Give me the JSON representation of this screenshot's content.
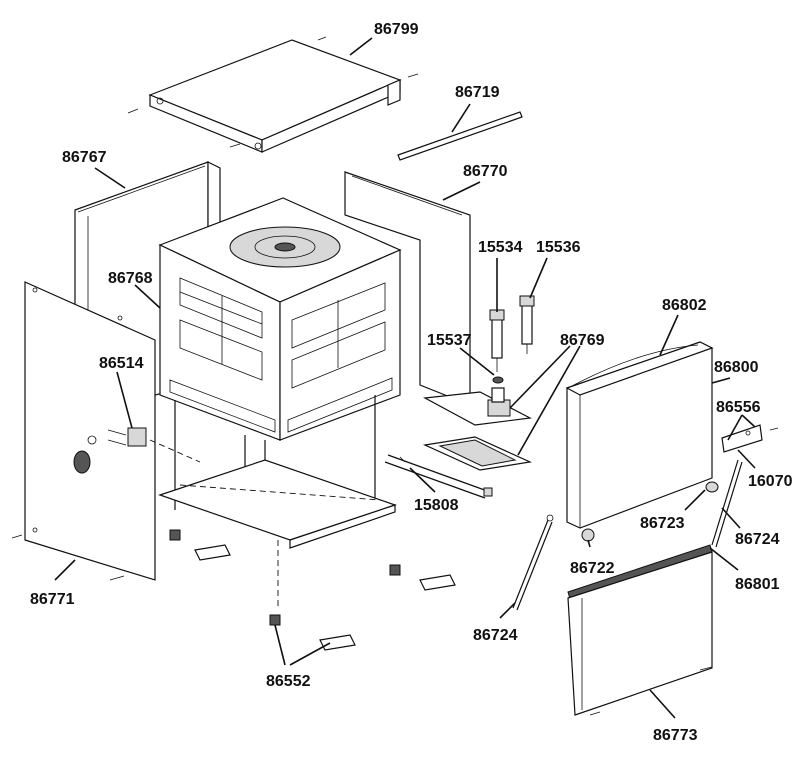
{
  "labels": {
    "p86799": "86799",
    "p86719": "86719",
    "p86767": "86767",
    "p86770": "86770",
    "p15534": "15534",
    "p15536": "15536",
    "p86768": "86768",
    "p15537": "15537",
    "p86769": "86769",
    "p86802": "86802",
    "p86514": "86514",
    "p86800": "86800",
    "p86556": "86556",
    "p16070": "16070",
    "p15808": "15808",
    "p86723": "86723",
    "p86724a": "86724",
    "p86722": "86722",
    "p86801": "86801",
    "p86771": "86771",
    "p86724b": "86724",
    "p86552": "86552",
    "p86773": "86773"
  }
}
